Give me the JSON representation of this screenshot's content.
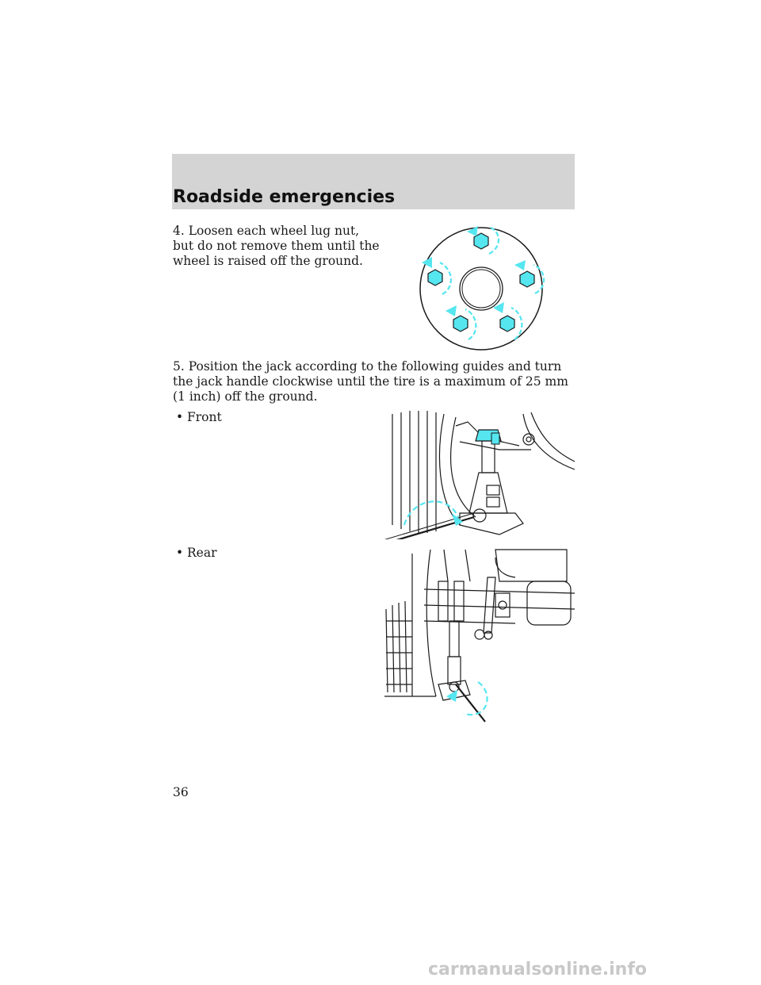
{
  "header": {
    "title": "Roadside emergencies"
  },
  "steps": {
    "step4": "4. Loosen each wheel lug nut, but do not remove them until the wheel is raised off the ground.",
    "step5": "5. Position the jack according to the following guides and turn the jack handle clockwise until the tire is a maximum of 25 mm (1 inch) off the ground."
  },
  "bullets": [
    {
      "symbol": "•",
      "label": "Front"
    },
    {
      "symbol": "•",
      "label": "Rear"
    }
  ],
  "figures": {
    "wheel": "wheel-lug-nut-loosening-diagram",
    "front": "front-jack-position-diagram",
    "rear": "rear-jack-position-diagram"
  },
  "colors": {
    "arrow": "#55e6f0",
    "line": "#1a1a1a",
    "header_band": "#d4d4d4"
  },
  "footer": {
    "page_number": "36"
  },
  "watermark": {
    "text": "carmanualsonline.info"
  }
}
